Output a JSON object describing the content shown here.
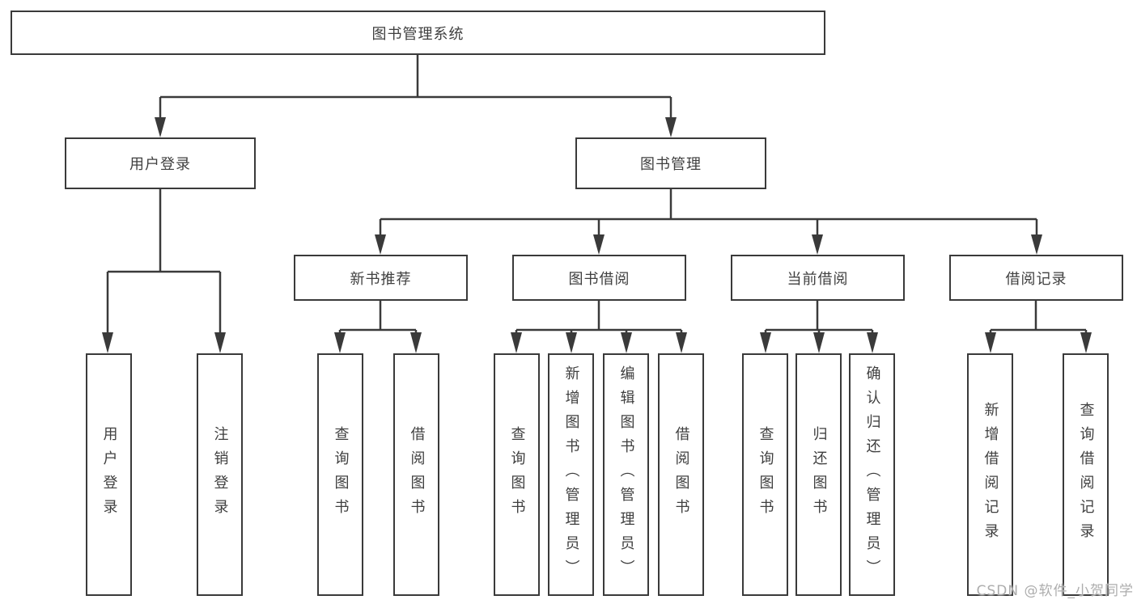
{
  "diagram": {
    "root": "图书管理系统",
    "level2": [
      "用户登录",
      "图书管理"
    ],
    "sections": [
      "新书推荐",
      "图书借阅",
      "当前借阅",
      "借阅记录"
    ],
    "leaves": [
      "用户登录",
      "注销登录",
      "查询图书",
      "借阅图书",
      "查询图书",
      "新增图书（管理员）",
      "编辑图书（管理员）",
      "借阅图书",
      "查询图书",
      "归还图书",
      "确认归还（管理员）",
      "新增借阅记录",
      "查询借阅记录"
    ]
  },
  "watermark": "CSDN @软件_小贺同学",
  "colors": {
    "line": "#3a3a3a",
    "text": "#3f3f3f",
    "watermark": "#adadad",
    "background": "#ffffff"
  }
}
